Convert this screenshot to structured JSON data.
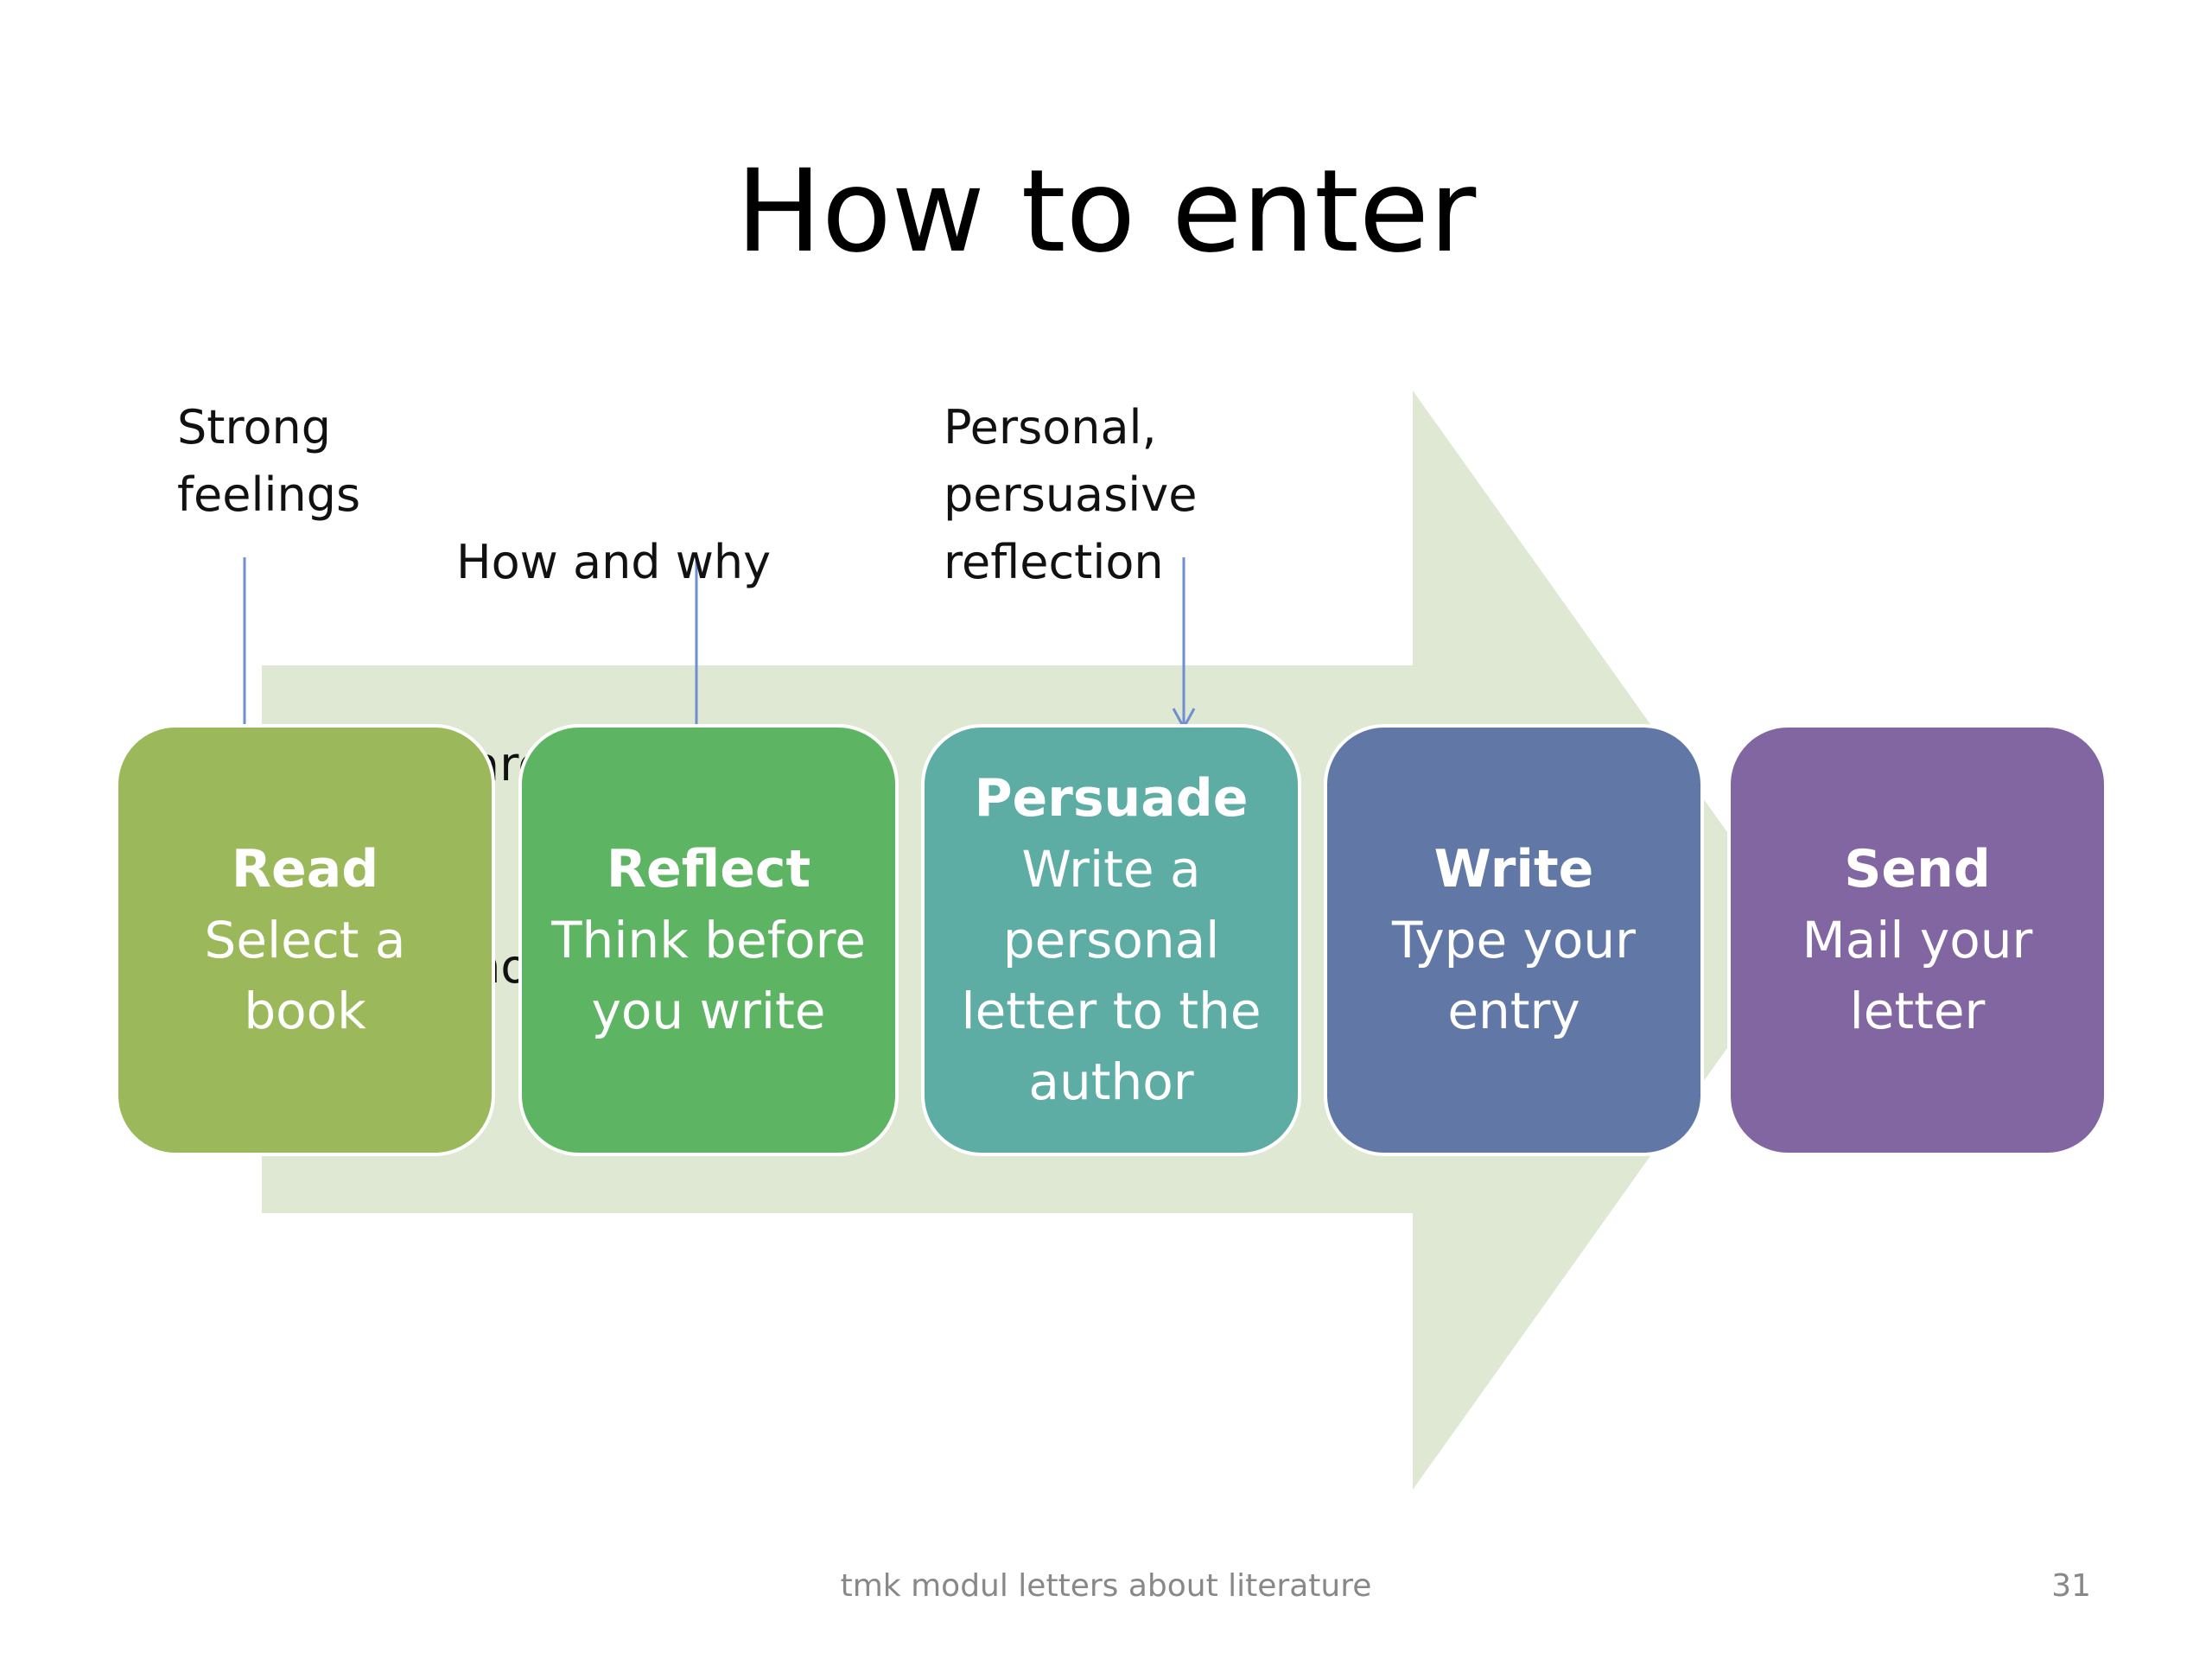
{
  "slide": {
    "title": "How to enter",
    "footer": "tmk modul letters about literature",
    "page_number": "31"
  },
  "colors": {
    "arrow": "#dfe8d2",
    "connector": "#6f8fd0",
    "read": "#9bb95a",
    "reflect": "#5db462",
    "persuade": "#5dada5",
    "write": "#6178a6",
    "send": "#8266a1"
  },
  "annotations": [
    {
      "lines": [
        "Strong",
        "feelings"
      ]
    },
    {
      "lines": [
        "How and why",
        " are you different",
        " now?"
      ]
    },
    {
      "lines": [
        "Personal,",
        "persuasive",
        "reflection"
      ]
    }
  ],
  "steps": [
    {
      "title": "Read",
      "desc": "Select a\nbook"
    },
    {
      "title": "Reflect",
      "desc": "Think before\nyou write"
    },
    {
      "title": "Persuade",
      "desc": "Write a\npersonal\nletter to the\nauthor"
    },
    {
      "title": "Write",
      "desc": "Type your\nentry"
    },
    {
      "title": "Send",
      "desc": "Mail your\nletter"
    }
  ]
}
